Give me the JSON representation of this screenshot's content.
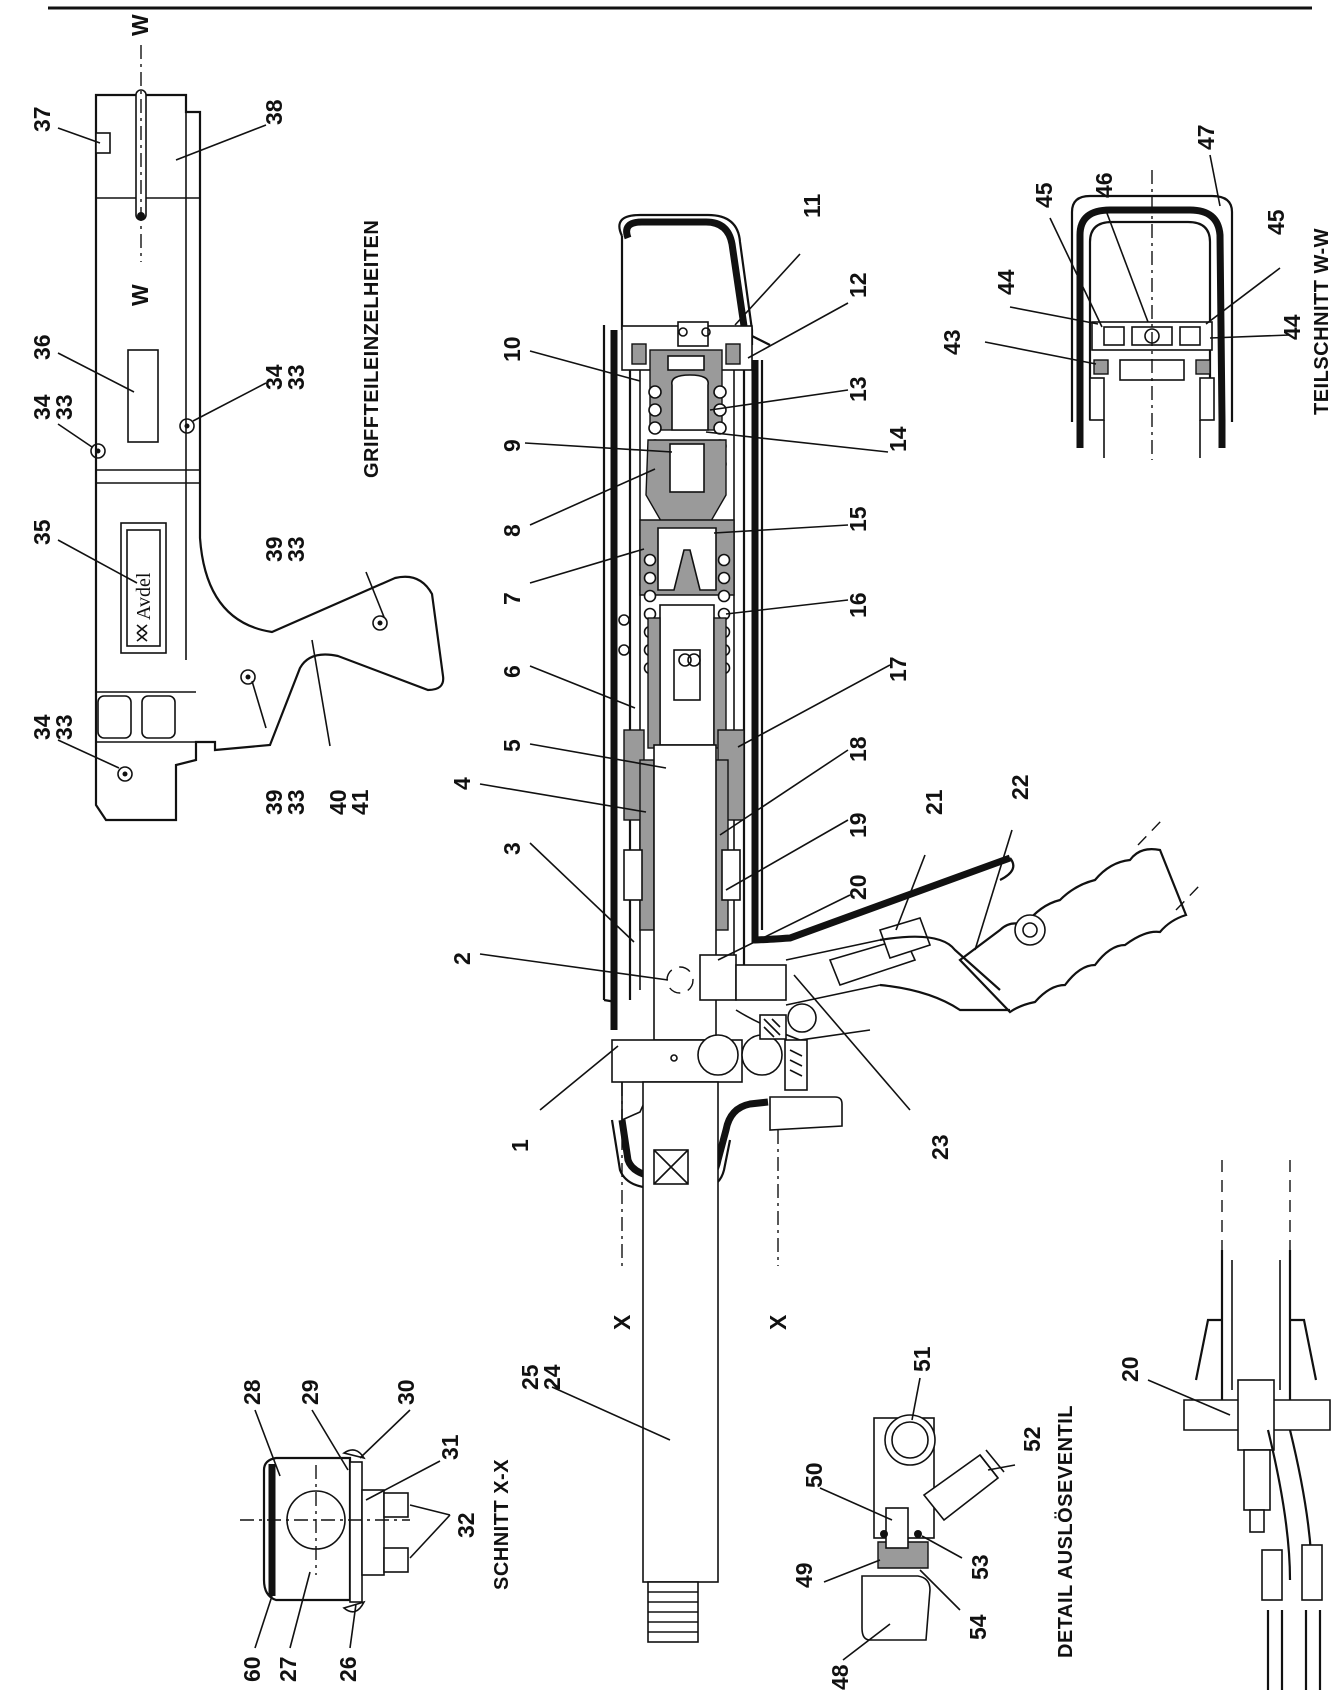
{
  "titles": {
    "grip": "GRIFFTEILEINZELHEITEN",
    "section_ww": "TEILSCHNITT W-W",
    "section_xx": "SCHNITT X-X",
    "valve": "DETAIL AUSLÖSEVENTIL"
  },
  "brand": "Avdel",
  "section_marks": {
    "w": "W",
    "x": "X"
  },
  "callouts": {
    "c1": "1",
    "c2": "2",
    "c3": "3",
    "c4": "4",
    "c5": "5",
    "c6": "6",
    "c7": "7",
    "c8": "8",
    "c9": "9",
    "c10": "10",
    "c11": "11",
    "c12": "12",
    "c13": "13",
    "c14": "14",
    "c15": "15",
    "c16": "16",
    "c17": "17",
    "c18": "18",
    "c19": "19",
    "c20": "20",
    "c21": "21",
    "c22": "22",
    "c23": "23",
    "c24": "24",
    "c25": "25",
    "c26": "26",
    "c27": "27",
    "c28": "28",
    "c29": "29",
    "c30": "30",
    "c31": "31",
    "c32": "32",
    "c33": "33",
    "c34": "34",
    "c35": "35",
    "c36": "36",
    "c37": "37",
    "c38": "38",
    "c39": "39",
    "c40": "40",
    "c41": "41",
    "c43": "43",
    "c44": "44",
    "c45": "45",
    "c46": "46",
    "c47": "47",
    "c48": "48",
    "c49": "49",
    "c50": "50",
    "c51": "51",
    "c52": "52",
    "c53": "53",
    "c54": "54",
    "c60": "60"
  }
}
